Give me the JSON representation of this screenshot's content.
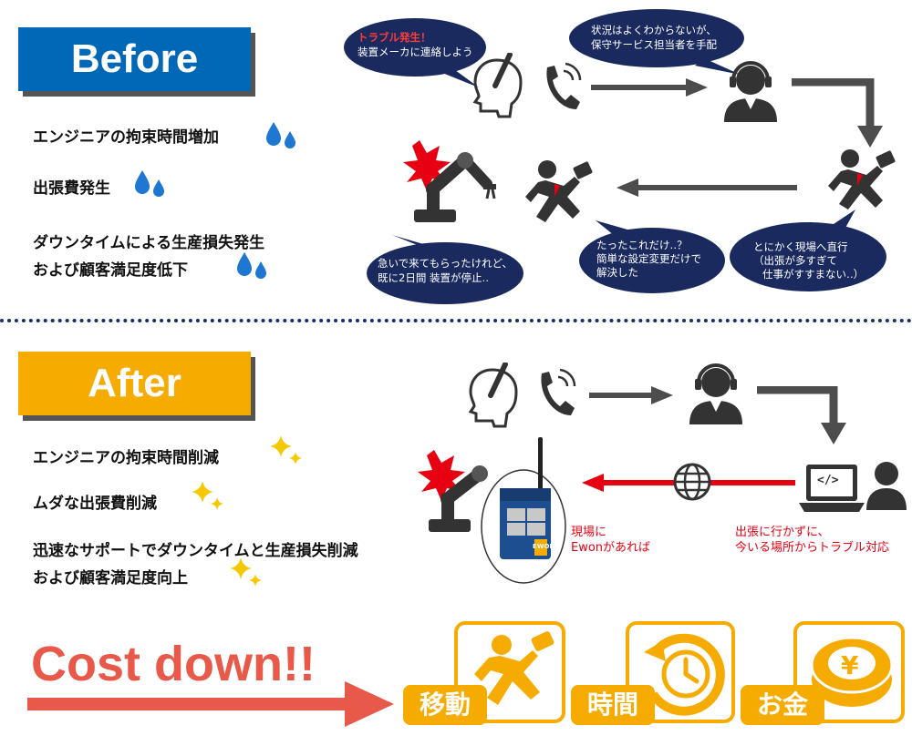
{
  "before": {
    "title": "Before",
    "items": [
      "エンジニアの拘束時間増加",
      "出張費発生",
      "ダウンタイムによる生産損失発生",
      "および顧客満足度低下"
    ],
    "bubbles": {
      "b1_line1": "トラブル発生！",
      "b1_line2": "装置メーカに連絡しよう",
      "b2_line1": "状況はよくわからないが、",
      "b2_line2": "保守サービス担当者を手配",
      "b3_line1": "急いで来てもらったけれど、",
      "b3_line2": "既に2日間 装置が停止‥",
      "b4_line1": "たったこれだけ‥？",
      "b4_line2": "簡単な設定変更だけで",
      "b4_line3": "解決した",
      "b5_line1": "とにかく現場へ直行",
      "b5_line2": "（出張が多すぎて",
      "b5_line3": "仕事がすすまない‥）"
    }
  },
  "after": {
    "title": "After",
    "items": [
      "エンジニアの拘束時間削減",
      "ムダな出張費削減",
      "迅速なサポートでダウンタイムと生産損失削減",
      "および顧客満足度向上"
    ],
    "device_label": "EWON",
    "note_left_line1": "現場に",
    "note_left_line2": "Ewonがあれば",
    "note_right_line1": "出張に行かずに、",
    "note_right_line2": "今いる場所からトラブル対応",
    "laptop_glyph": "</>"
  },
  "footer": {
    "cost_text": "Cost down!!",
    "tags": [
      "移動",
      "時間",
      "お金"
    ],
    "yen_symbol": "¥"
  },
  "colors": {
    "before_banner": "#0068b7",
    "after_banner": "#f6ab00",
    "bubble": "#1b2a5e",
    "accent_red": "#e60012",
    "cost_red": "#e8594a",
    "orange": "#f6ab00",
    "arrow_gray": "#4d4d4d",
    "drop_blue": "#1e78d2",
    "sparkle": "#f5c800"
  }
}
